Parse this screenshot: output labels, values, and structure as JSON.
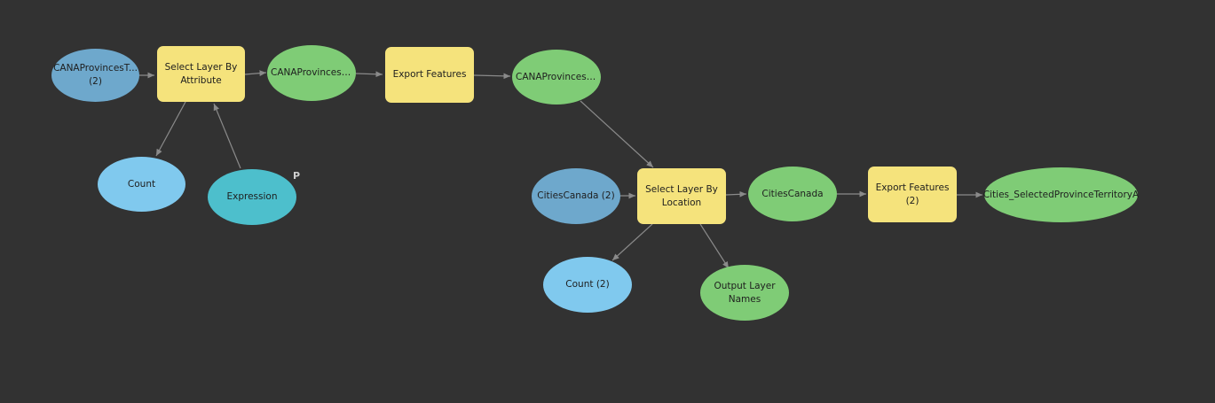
{
  "colors": {
    "background": "#323232",
    "input_dataset": "#6ea8cc",
    "tool": "#f5e37c",
    "derived_data": "#7fcc76",
    "variable": "#80c9ee",
    "parameter_variable": "#4dbfcc",
    "connector": "#8a8a8a"
  },
  "nodes": {
    "input_provinces": {
      "label": "CANAProvincesT... (2)",
      "kind": "input_dataset"
    },
    "select_by_attribute": {
      "label": "Select Layer By Attribute",
      "kind": "tool"
    },
    "provinces_selected": {
      "label": "CANAProvincesT...",
      "kind": "derived_data"
    },
    "export_features_1": {
      "label": "Export Features",
      "kind": "tool"
    },
    "provinces_exported": {
      "label": "CANAProvincesT...",
      "kind": "derived_data"
    },
    "count_1": {
      "label": "Count",
      "kind": "variable"
    },
    "expression": {
      "label": "Expression",
      "kind": "parameter_variable",
      "badge": "P"
    },
    "cities_input": {
      "label": "CitiesCanada (2)",
      "kind": "input_dataset"
    },
    "select_by_location": {
      "label": "Select Layer By Location",
      "kind": "tool"
    },
    "cities_selected": {
      "label": "CitiesCanada",
      "kind": "derived_data"
    },
    "export_features_2": {
      "label": "Export Features (2)",
      "kind": "tool"
    },
    "cities_output": {
      "label": "Cities_SelectedProvinceTerritoryA",
      "kind": "derived_data"
    },
    "count_2": {
      "label": "Count (2)",
      "kind": "variable"
    },
    "output_layer_names": {
      "label": "Output Layer Names",
      "kind": "derived_data"
    }
  },
  "connections": [
    {
      "from": "input_provinces",
      "to": "select_by_attribute"
    },
    {
      "from": "select_by_attribute",
      "to": "provinces_selected"
    },
    {
      "from": "provinces_selected",
      "to": "export_features_1"
    },
    {
      "from": "export_features_1",
      "to": "provinces_exported"
    },
    {
      "from": "select_by_attribute",
      "to": "count_1"
    },
    {
      "from": "expression",
      "to": "select_by_attribute"
    },
    {
      "from": "provinces_exported",
      "to": "select_by_location"
    },
    {
      "from": "cities_input",
      "to": "select_by_location"
    },
    {
      "from": "select_by_location",
      "to": "cities_selected"
    },
    {
      "from": "cities_selected",
      "to": "export_features_2"
    },
    {
      "from": "export_features_2",
      "to": "cities_output"
    },
    {
      "from": "select_by_location",
      "to": "count_2"
    },
    {
      "from": "select_by_location",
      "to": "output_layer_names"
    }
  ]
}
